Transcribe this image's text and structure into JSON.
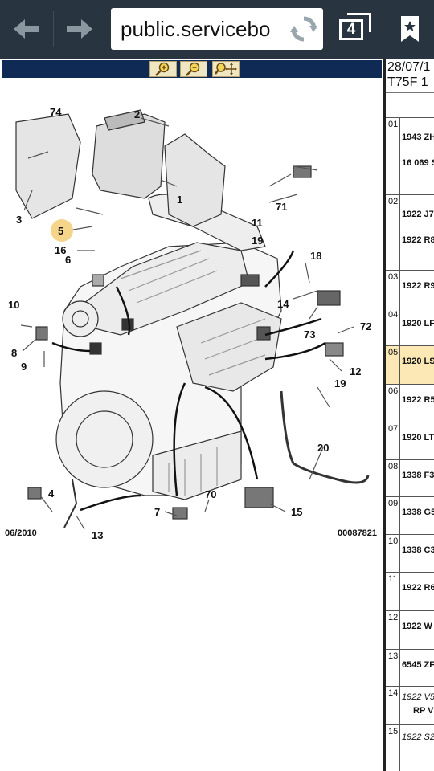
{
  "browser": {
    "url": "public.servicebo",
    "tab_count": "4"
  },
  "diagram": {
    "date_code": "06/2010",
    "image_code": "00087821",
    "callouts": [
      "74",
      "2",
      "1",
      "3",
      "71",
      "11",
      "19",
      "6",
      "5",
      "16",
      "18",
      "10",
      "14",
      "73",
      "72",
      "8",
      "9",
      "12",
      "19",
      "20",
      "4",
      "13",
      "7",
      "70",
      "15"
    ]
  },
  "table": {
    "header_date": "28/07/1",
    "header_code": "T75F 1",
    "rows": [
      {
        "num": "01",
        "lines": [
          "1943 ZH",
          "16 069 S"
        ]
      },
      {
        "num": "02",
        "lines": [
          "1922 J7",
          "1922 R8"
        ]
      },
      {
        "num": "03",
        "lines": [
          "1922 R9"
        ]
      },
      {
        "num": "04",
        "lines": [
          "1920 LF"
        ]
      },
      {
        "num": "05",
        "lines": [
          "1920 LS"
        ],
        "selected": true
      },
      {
        "num": "06",
        "lines": [
          "1922 R5"
        ]
      },
      {
        "num": "07",
        "lines": [
          "1920 LT"
        ]
      },
      {
        "num": "08",
        "lines": [
          "1338 F3"
        ]
      },
      {
        "num": "09",
        "lines": [
          "1338 G5"
        ]
      },
      {
        "num": "10",
        "lines": [
          "1338 C3"
        ]
      },
      {
        "num": "11",
        "lines": [
          "1922 R6"
        ]
      },
      {
        "num": "12",
        "lines": [
          "1922 W"
        ]
      },
      {
        "num": "13",
        "lines": [
          "6545 ZF"
        ]
      },
      {
        "num": "14",
        "lines": [
          "1922 V5",
          "RP V"
        ]
      },
      {
        "num": "15",
        "lines": [
          "1922 S2"
        ]
      }
    ]
  },
  "colors": {
    "toolbar": "#283540",
    "zoombar": "#0f2a55",
    "selected_row": "#fce8b5",
    "highlight_callout": "#f5d58a"
  }
}
